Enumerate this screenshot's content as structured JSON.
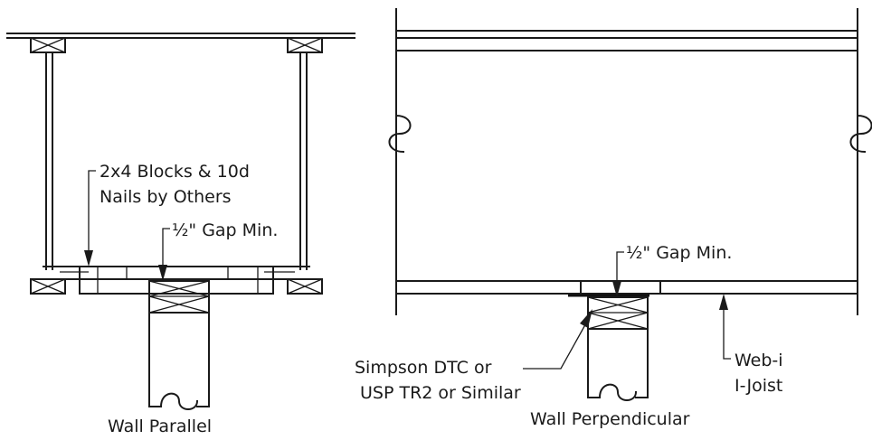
{
  "left_detail": {
    "blocks_label_line1": "2x4 Blocks & 10d",
    "blocks_label_line2": "Nails by Others",
    "gap_label": "½\" Gap Min.",
    "caption": "Wall Parallel"
  },
  "right_detail": {
    "gap_label": "½\" Gap Min.",
    "hanger_label_line1": "Simpson DTC or",
    "hanger_label_line2": "USP TR2 or Similar",
    "joist_label_line1": "Web-i",
    "joist_label_line2": "I-Joist",
    "caption": "Wall Perpendicular"
  }
}
